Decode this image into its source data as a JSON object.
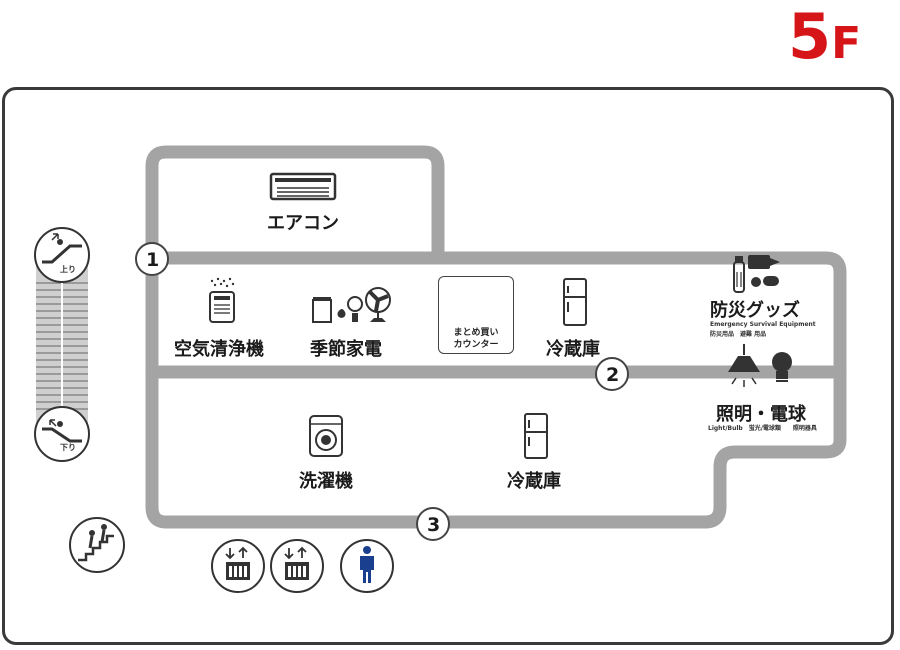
{
  "floor": {
    "number": "5",
    "unit": "F"
  },
  "areas": {
    "aircon": "エアコン",
    "air_purifier": "空気清浄機",
    "seasonal": "季節家電",
    "fridge_upper": "冷蔵庫",
    "disaster": "防災グッズ",
    "disaster_sub": "Emergency Survival Equipment",
    "disaster_sub2": "防災用品　避難 用品",
    "lighting": "照明・電球",
    "lighting_sub": "Light/Bulb　蛍光/電球類　　照明器具",
    "washer": "洗濯機",
    "fridge_lower": "冷蔵庫"
  },
  "counter": {
    "line1": "まとめ買い",
    "line2": "カウンター"
  },
  "markers": {
    "m1": "1",
    "m2": "2",
    "m3": "3"
  },
  "escalator": {
    "up_label": "上り",
    "down_label": "下り"
  },
  "facility_icons": [
    "stairs-icon",
    "elevator-icon",
    "elevator-icon",
    "mens-restroom-icon"
  ],
  "colors": {
    "floor_accent": "#d61518",
    "route": "#a4a4a4",
    "restroom": "#1a3f8f"
  }
}
